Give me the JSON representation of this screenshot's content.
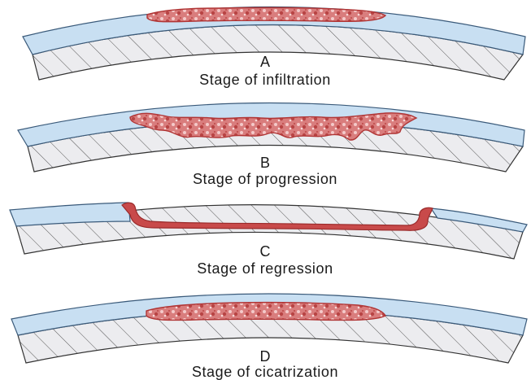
{
  "stages": [
    {
      "letter": "A",
      "caption": "Stage of infiltration"
    },
    {
      "letter": "B",
      "caption": "Stage of progression"
    },
    {
      "letter": "C",
      "caption": "Stage of regression"
    },
    {
      "letter": "D",
      "caption": "Stage of cicatrization"
    }
  ],
  "colors": {
    "epithelium": "#c8dff2",
    "epithelium_stroke": "#3a5a7a",
    "stroma": "#e9e9ec",
    "stroma_stroke": "#333333",
    "hatch": "#555555",
    "lesion": "#d98585",
    "lesion_dark": "#b23a3a",
    "lesion_light": "#f2c4c4"
  }
}
